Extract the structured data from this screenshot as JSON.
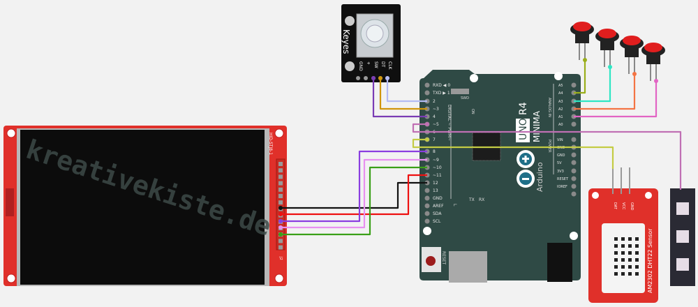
{
  "watermark": "kreativekiste.de",
  "arduino": {
    "model_line1": "UNO",
    "model_line2": "R4",
    "model_line3": "MINIMA",
    "brand": "Arduino",
    "digital_label": "DIGITAL ~ PWM~",
    "analog_label": "ANALOG IN",
    "power_label": "POWER",
    "reset_label": "RESET",
    "swd_label": "SWD",
    "on_label": "ON",
    "led_labels": [
      "L",
      "TX",
      "RX"
    ],
    "digital_pins": [
      "RXD ◀ 0",
      "TXD ▶ 1",
      "2",
      "~3",
      "4",
      "~5",
      "6",
      "7",
      "8",
      "~9",
      "~10",
      "~11",
      "12",
      "13",
      "GND",
      "AREF",
      "SDA",
      "SCL"
    ],
    "analog_pins": [
      "A5",
      "A4",
      "A3",
      "A2",
      "A1",
      "A0"
    ],
    "power_pins": [
      "VIN",
      "GND",
      "GND",
      "5V",
      "3V3",
      "RESET",
      "IOREF"
    ]
  },
  "encoder": {
    "brand": "Keyes",
    "pins": [
      "GND",
      "+",
      "SW",
      "DT",
      "CLK"
    ]
  },
  "dht": {
    "title": "AM2302 DHT22 Sensor",
    "pins": [
      "DAT",
      "VCC",
      "GND"
    ]
  },
  "tft": {
    "label": "HID-STJ8-1",
    "connector": "J2"
  },
  "colors": {
    "board": "#2f4a45",
    "red_pcb": "#e0302a",
    "wire_clk": "#b4bcf4",
    "wire_dt": "#d0960c",
    "wire_sw": "#7a3cb4",
    "wire_a4": "#9aae1a",
    "wire_a3": "#2ee6c4",
    "wire_a2": "#f47444",
    "wire_a1": "#e264c4",
    "wire_led": "#c070b4",
    "wire_dht": "#c4cc44",
    "wire_black": "#111111",
    "wire_red": "#ee1010",
    "wire_purple": "#8a3ee0",
    "wire_pink": "#e890f0",
    "wire_green": "#3aa018"
  }
}
